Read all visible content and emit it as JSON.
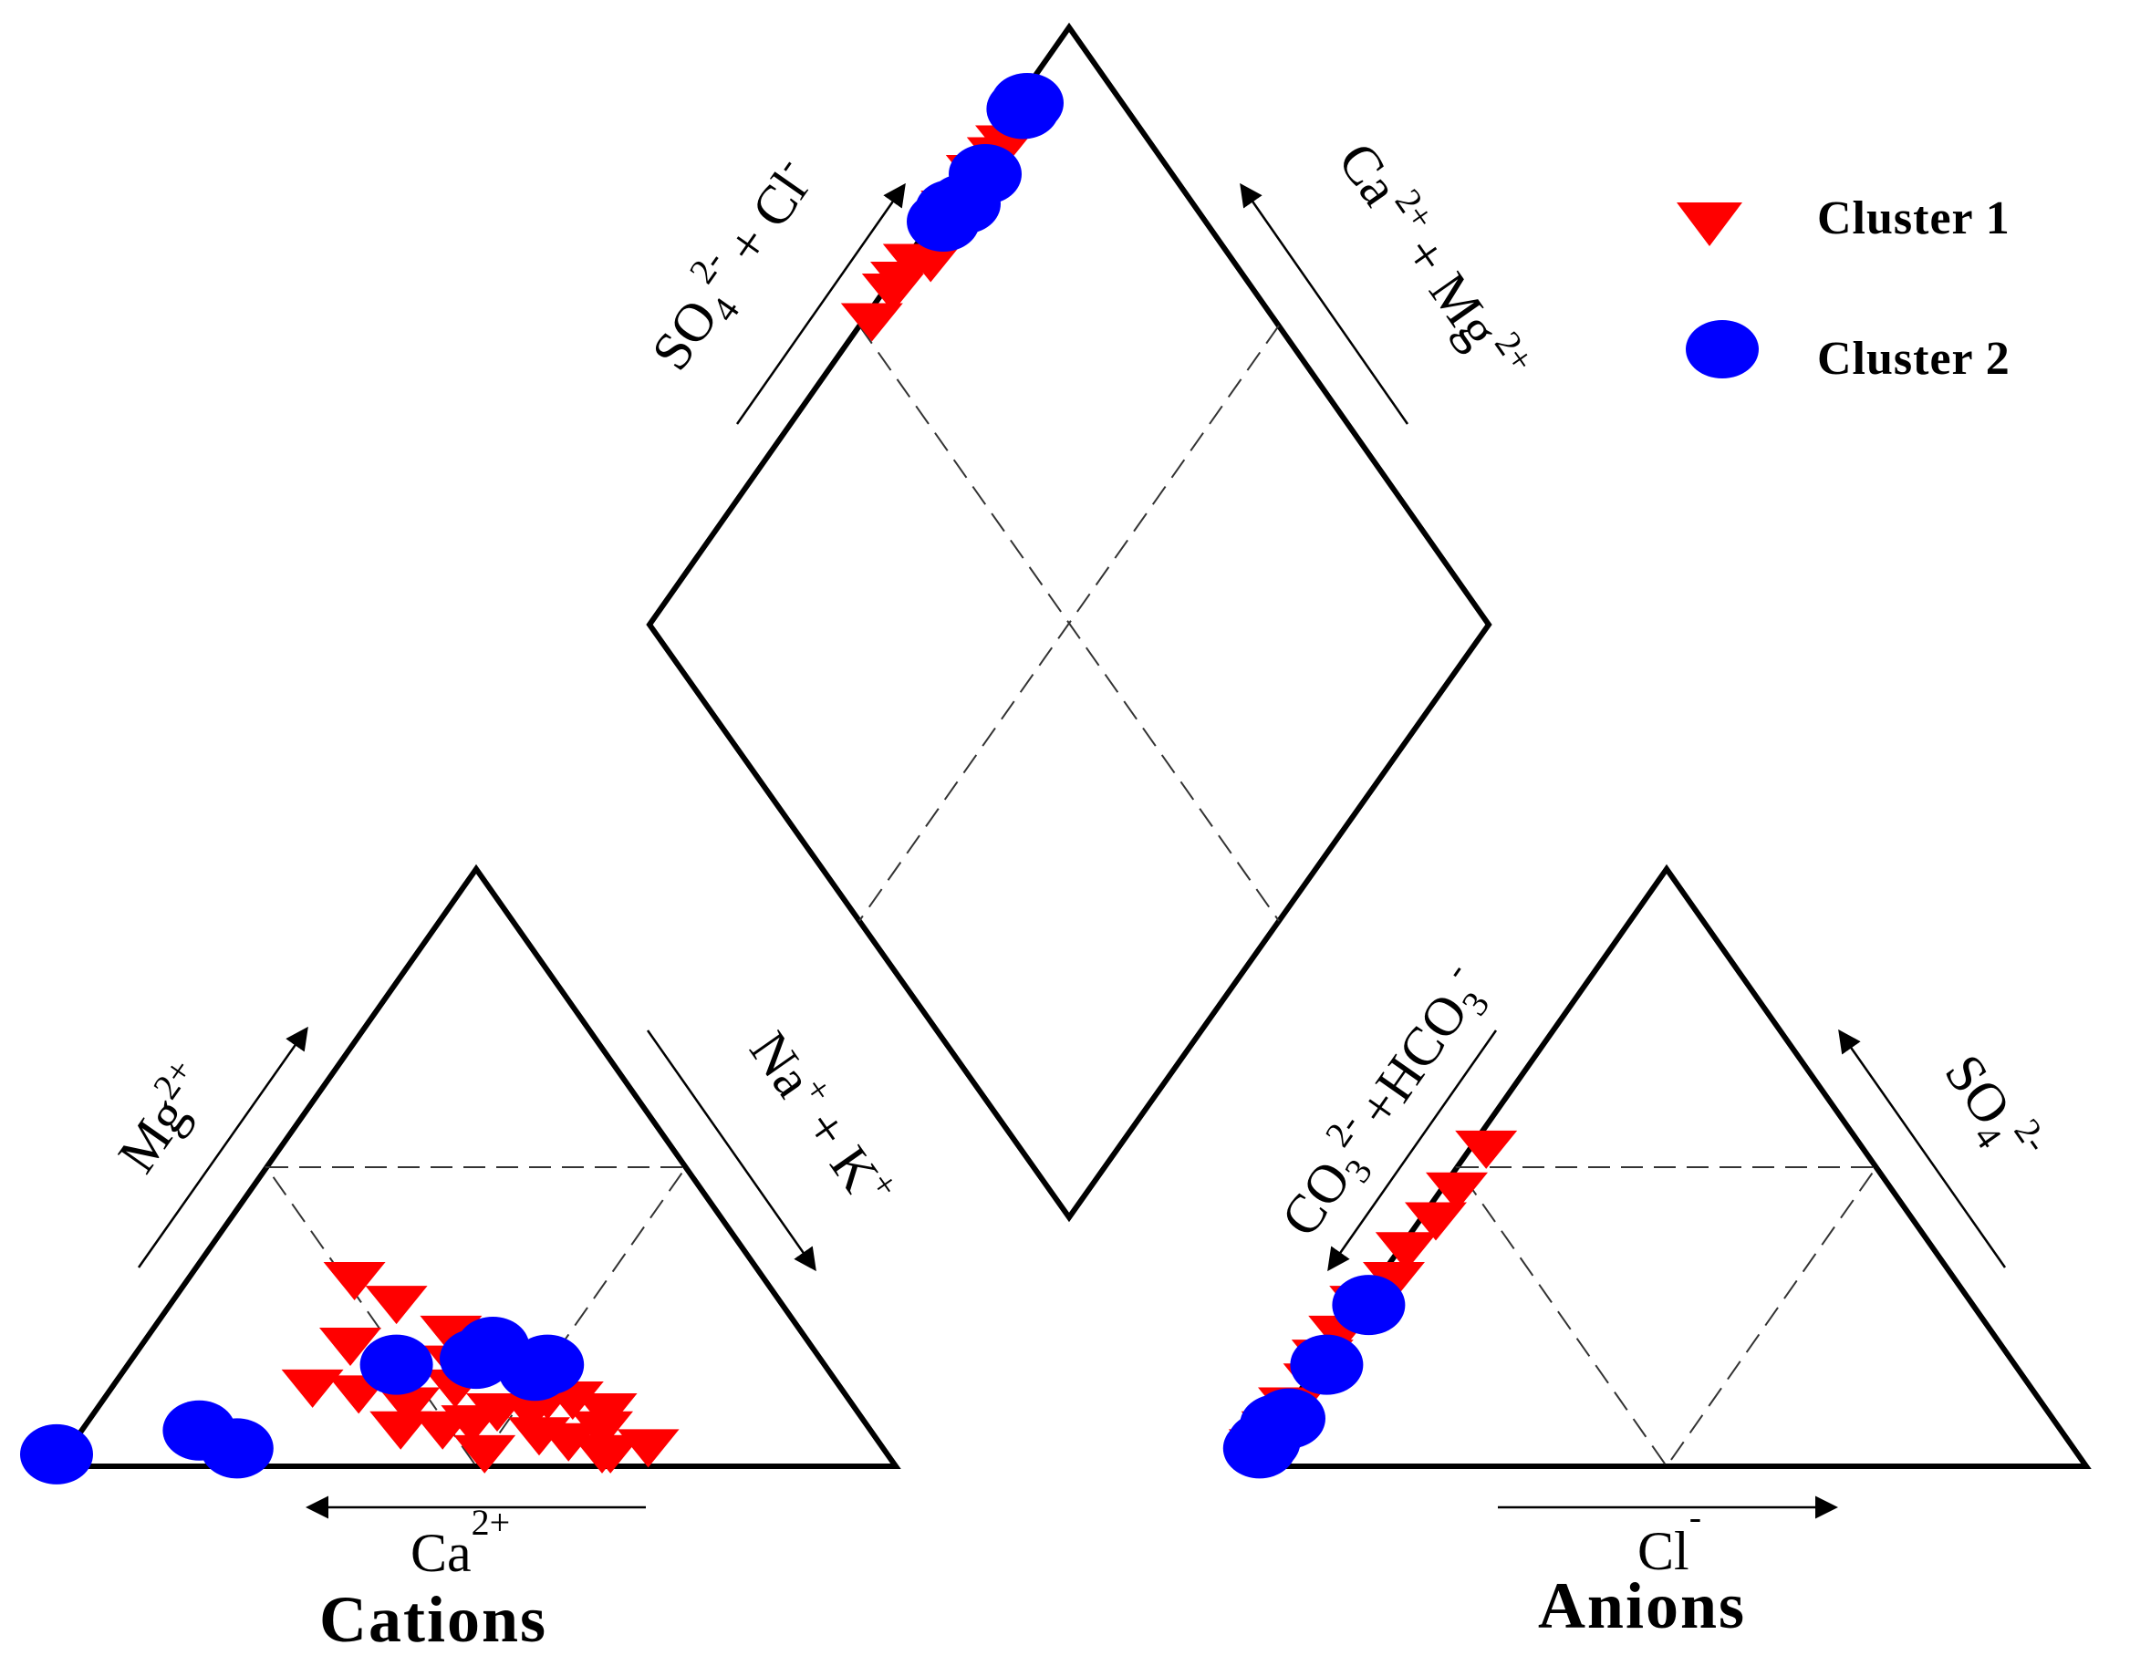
{
  "chart_data": {
    "type": "scatter",
    "subtype": "piper-diagram",
    "panels": {
      "cations": {
        "title": "Cations",
        "axes": {
          "left": {
            "base": "Mg",
            "charge": "2+"
          },
          "right": {
            "base": "Na",
            "charge": "+",
            "plus": "+ K",
            "charge2": "+"
          },
          "bottom": {
            "base": "Ca",
            "charge": "2+"
          }
        }
      },
      "anions": {
        "title": "Anions",
        "axes": {
          "left": {
            "base": "CO",
            "sub": "3",
            "charge": "2-",
            "plus": "+HCO",
            "sub2": "3",
            "charge2": "-"
          },
          "right": {
            "base": "SO",
            "sub": "4",
            "charge": "2-"
          },
          "bottom": {
            "base": "Cl",
            "charge": "-"
          }
        }
      },
      "diamond": {
        "axes": {
          "left": {
            "base": "SO",
            "sub": "4",
            "charge": "2-",
            "plus": "+ Cl",
            "charge2": "-"
          },
          "right": {
            "base": "Ca",
            "charge": "2+",
            "plus": "+ Mg",
            "charge2": "2+"
          }
        }
      }
    },
    "grid": "dashed 50% lines",
    "legend": {
      "position": "top-right",
      "entries": [
        {
          "name": "Cluster 1",
          "marker": "triangle-down",
          "color": "#ff0000"
        },
        {
          "name": "Cluster 2",
          "marker": "circle",
          "color": "#0000ff"
        }
      ]
    },
    "series": [
      {
        "name": "Cluster 1",
        "color": "#ff0000",
        "cations": [
          {
            "ca": 49,
            "mg": 31
          },
          {
            "ca": 55,
            "mg": 20
          },
          {
            "ca": 46,
            "mg": 27
          },
          {
            "ca": 42,
            "mg": 22
          },
          {
            "ca": 63,
            "mg": 13
          },
          {
            "ca": 58,
            "mg": 12
          },
          {
            "ca": 56,
            "mg": 6
          },
          {
            "ca": 53,
            "mg": 10
          },
          {
            "ca": 51,
            "mg": 6
          },
          {
            "ca": 48,
            "mg": 2
          },
          {
            "ca": 47,
            "mg": 7
          },
          {
            "ca": 46,
            "mg": 13
          },
          {
            "ca": 44,
            "mg": 17
          },
          {
            "ca": 43,
            "mg": 9
          },
          {
            "ca": 40,
            "mg": 5
          },
          {
            "ca": 39,
            "mg": 9
          },
          {
            "ca": 37,
            "mg": 4
          },
          {
            "ca": 36,
            "mg": 11
          },
          {
            "ca": 35,
            "mg": 18
          },
          {
            "ca": 33,
            "mg": 11
          },
          {
            "ca": 32,
            "mg": 6
          },
          {
            "ca": 30,
            "mg": 9
          },
          {
            "ca": 28,
            "mg": 3
          },
          {
            "ca": 34,
            "mg": 2
          },
          {
            "ca": 33,
            "mg": 2
          }
        ],
        "anions": [
          {
            "cl": 2,
            "so4": 53
          },
          {
            "cl": 2,
            "so4": 46
          },
          {
            "cl": 2,
            "so4": 41
          },
          {
            "cl": 1,
            "so4": 36
          },
          {
            "cl": 2,
            "so4": 31
          },
          {
            "cl": 0,
            "so4": 27
          },
          {
            "cl": 0,
            "so4": 22
          },
          {
            "cl": 0,
            "so4": 18
          },
          {
            "cl": 1,
            "so4": 14
          },
          {
            "cl": 0,
            "so4": 10
          },
          {
            "cl": 0,
            "so4": 6
          },
          {
            "cl": 0,
            "so4": 3
          }
        ],
        "diamond": [
          {
            "so4cl": 98,
            "camg": 83
          },
          {
            "so4cl": 98,
            "camg": 81
          },
          {
            "so4cl": 99,
            "camg": 77
          },
          {
            "so4cl": 97,
            "camg": 73
          },
          {
            "so4cl": 99,
            "camg": 71
          },
          {
            "so4cl": 98,
            "camg": 67
          },
          {
            "so4cl": 97,
            "camg": 64
          },
          {
            "so4cl": 99,
            "camg": 62
          },
          {
            "so4cl": 99,
            "camg": 59
          },
          {
            "so4cl": 99,
            "camg": 57
          },
          {
            "so4cl": 99,
            "camg": 52
          }
        ]
      },
      {
        "name": "Cluster 2",
        "color": "#0000ff",
        "cations": [
          {
            "ca": 80,
            "mg": 6
          },
          {
            "ca": 77,
            "mg": 3
          },
          {
            "ca": 51,
            "mg": 17
          },
          {
            "ca": 41,
            "mg": 18
          },
          {
            "ca": 38,
            "mg": 20
          },
          {
            "ca": 35,
            "mg": 16
          },
          {
            "ca": 33,
            "mg": 17
          },
          {
            "ca": 99,
            "mg": 2
          }
        ],
        "anions": [
          {
            "cl": 1,
            "so4": 27
          },
          {
            "cl": 1,
            "so4": 17
          },
          {
            "cl": 1,
            "so4": 8
          },
          {
            "cl": 0,
            "so4": 7
          },
          {
            "cl": 0,
            "so4": 4
          },
          {
            "cl": 0,
            "so4": 3
          }
        ],
        "diamond": [
          {
            "so4cl": 99,
            "camg": 89
          },
          {
            "so4cl": 99,
            "camg": 88
          },
          {
            "so4cl": 98,
            "camg": 78
          },
          {
            "so4cl": 98,
            "camg": 73
          },
          {
            "so4cl": 99,
            "camg": 71
          },
          {
            "so4cl": 99,
            "camg": 69
          }
        ]
      }
    ]
  }
}
